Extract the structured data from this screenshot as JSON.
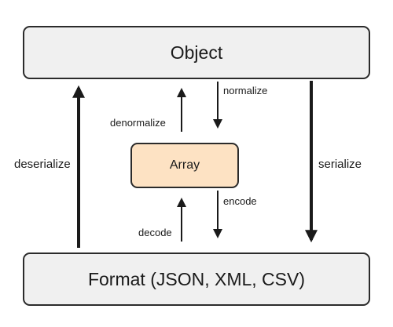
{
  "nodes": {
    "object": "Object",
    "array": "Array",
    "format": "Format (JSON, XML, CSV)"
  },
  "edges": {
    "deserialize": "deserialize",
    "serialize": "serialize",
    "normalize": "normalize",
    "denormalize": "denormalize",
    "encode": "encode",
    "decode": "decode"
  },
  "colors": {
    "box_fill": "#f0f0f0",
    "array_fill": "#fde2c3",
    "stroke": "#2b2b2b"
  }
}
